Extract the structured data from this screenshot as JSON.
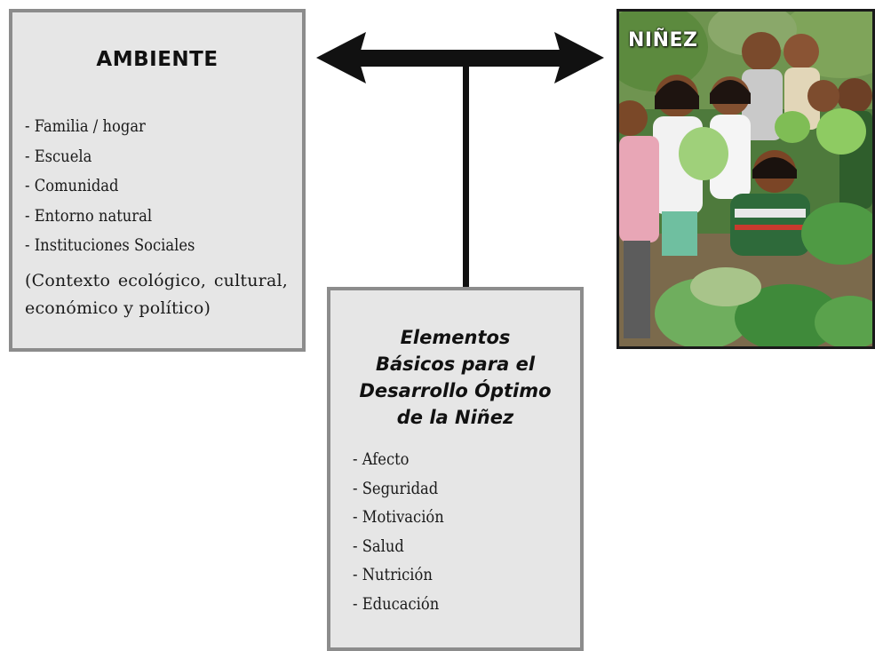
{
  "ambiente": {
    "title": "AMBIENTE",
    "items": [
      "- Familia / hogar",
      "- Escuela",
      "- Comunidad",
      "- Entorno natural",
      "- Instituciones Sociales"
    ],
    "context": "(Contexto ecológico, cultural, económico y político)"
  },
  "elementos": {
    "heading_lines": [
      "Elementos",
      "Básicos para el",
      "Desarrollo Óptimo",
      "de la Niñez"
    ],
    "items": [
      "- Afecto",
      "- Seguridad",
      "- Motivación",
      "- Salud",
      "- Nutrición",
      "- Educación"
    ]
  },
  "photo": {
    "label": "NIÑEZ",
    "description_icon": "children-with-vegetables-photo"
  },
  "colors": {
    "box_fill": "#e6e6e6",
    "box_border": "#8c8c8c",
    "arrow": "#111111"
  }
}
